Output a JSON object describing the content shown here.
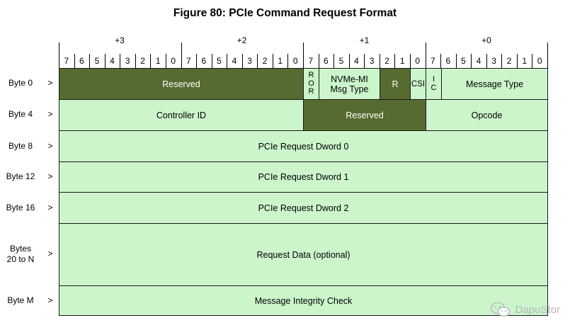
{
  "title": "Figure 80: PCIe Command Request Format",
  "byte_headers": [
    "+3",
    "+2",
    "+1",
    "+0"
  ],
  "bit_labels": [
    "7",
    "6",
    "5",
    "4",
    "3",
    "2",
    "1",
    "0",
    "7",
    "6",
    "5",
    "4",
    "3",
    "2",
    "1",
    "0",
    "7",
    "6",
    "5",
    "4",
    "3",
    "2",
    "1",
    "0",
    "7",
    "6",
    "5",
    "4",
    "3",
    "2",
    "1",
    "0"
  ],
  "arrow": ">",
  "rows": [
    {
      "label": "Byte 0"
    },
    {
      "label": "Byte 4"
    },
    {
      "label": "Byte 8"
    },
    {
      "label": "Byte 12"
    },
    {
      "label": "Byte 16"
    },
    {
      "label": "Bytes\n20 to N"
    },
    {
      "label": "Byte M"
    }
  ],
  "fields": {
    "byte0": {
      "reserved": "Reserved",
      "ror": "R\nO\nR",
      "nvme_mi_msg_type": "NVMe-MI\nMsg Type",
      "r": "R",
      "csi": "CSI",
      "ic": "I\nC",
      "message_type": "Message Type"
    },
    "byte4": {
      "controller_id": "Controller ID",
      "reserved": "Reserved",
      "opcode": "Opcode"
    },
    "byte8": "PCIe Request Dword 0",
    "byte12": "PCIe Request Dword 1",
    "byte16": "PCIe Request Dword 2",
    "bytes20": "Request Data (optional)",
    "byteM": "Message Integrity Check"
  },
  "colors": {
    "reserved_fill": "#566b2f",
    "field_fill": "#ccf5cc"
  },
  "watermark": {
    "text": "DapuStor",
    "icon": "wechat-logo-icon"
  }
}
